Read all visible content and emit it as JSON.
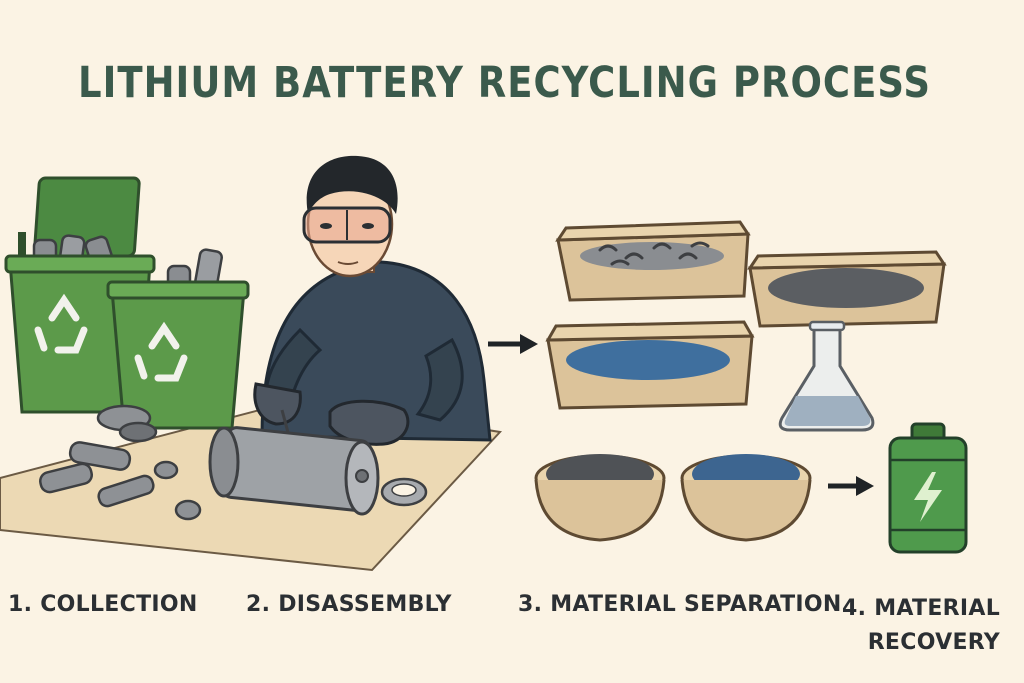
{
  "title": "LITHIUM BATTERY RECYCLING PROCESS",
  "steps": [
    {
      "label": "1. COLLECTION"
    },
    {
      "label": "2. DISASSEMBLY"
    },
    {
      "label": "3. MATERIAL SEPARATION"
    },
    {
      "label_line1": "4. MATERIAL",
      "label_line2": "RECOVERY"
    }
  ],
  "icons": [
    "recycling-bin-icon",
    "recycle-symbol-icon",
    "battery-cell-icon",
    "worker-icon",
    "safety-goggles-icon",
    "cylindrical-battery-icon",
    "screwdriver-icon",
    "arrow-right-icon",
    "material-tray-icon",
    "flask-icon",
    "bowl-icon",
    "green-battery-icon",
    "lightning-bolt-icon"
  ],
  "colors": {
    "background": "#fbf3e4",
    "title": "#3b5a4c",
    "bin_green": "#5c9a4a",
    "bin_dark": "#3f7a38",
    "shirt": "#3a4a5a",
    "tray": "#e4cfa6",
    "black_mass": "#5b5e62",
    "blue_material": "#3f6f9e",
    "battery_green": "#4f9a4c"
  }
}
